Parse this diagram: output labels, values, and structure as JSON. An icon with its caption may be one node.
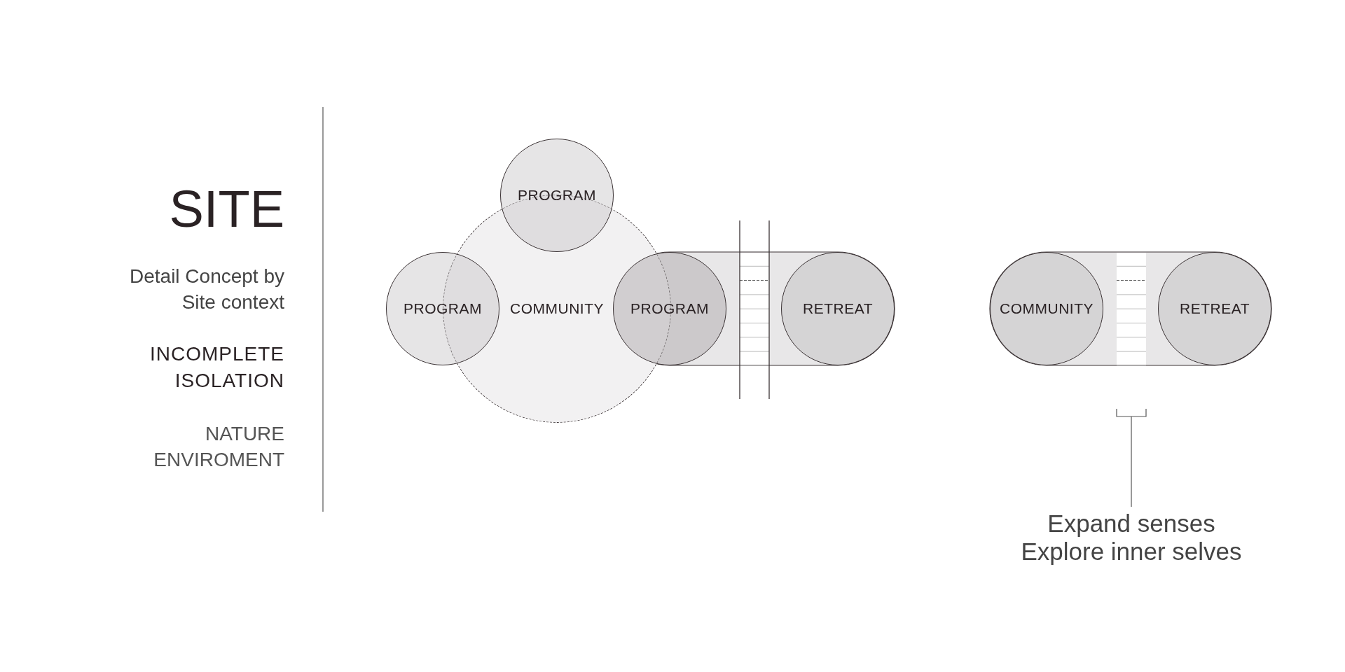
{
  "diagram": {
    "title": "SITE",
    "nodes": [
      {
        "text": [
          "PROGRAM"
        ]
      },
      {
        "text": [
          "PROGRAM"
        ]
      },
      {
        "text": [
          "COMMUNITY"
        ]
      },
      {
        "text": [
          "PROGRAM"
        ]
      },
      {
        "text": [
          "RETREAT"
        ]
      },
      {
        "text": [
          "COMMUNITY"
        ]
      },
      {
        "text": [
          "RETREAT"
        ]
      },
      {
        "text": [
          "Expand senses Explore inner selves"
        ]
      },
      {
        "text": [],
        "shape": "bar"
      },
      {
        "text": [],
        "shape": "bar"
      }
    ],
    "edges": [
      {
        "from": 7,
        "to": 9,
        "arrow": "none"
      }
    ],
    "labels": [
      "Detail Concept by Site context",
      "INCOMPLETE ISOLATION",
      "NATURE ENVIROMENT"
    ]
  }
}
